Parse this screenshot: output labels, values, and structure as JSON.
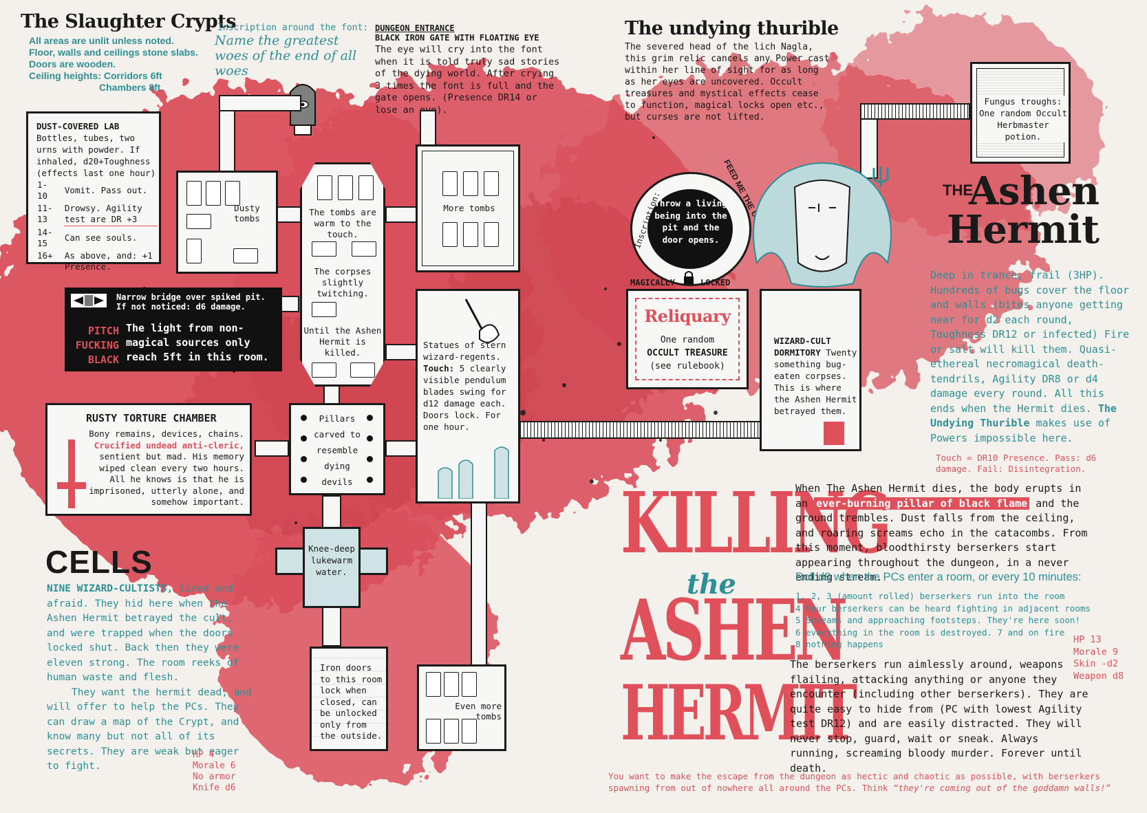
{
  "colors": {
    "red": "#e0505a",
    "teal": "#2e8f96",
    "ink": "#1a1a1a",
    "paper": "#f4f1ec",
    "splatter": "#d9505c"
  },
  "title": {
    "main": "The Slaughter Crypts",
    "lines": [
      "All areas are unlit unless noted.",
      "Floor, walls and ceilings stone slabs.",
      "Doors are wooden.",
      "Ceiling heights: Corridors 6ft",
      "Chambers 8ft"
    ]
  },
  "font_inscription": {
    "label": "Inscription around the font:",
    "text": "Name the greatest woes of the end of all woes"
  },
  "entrance": {
    "heading": "DUNGEON ENTRANCE",
    "subheading": "BLACK IRON GATE WITH FLOATING EYE",
    "text": "The eye will cry into the font when it is told truly sad stories of the dying world. After crying 3 times the font is full and the gate opens. (Presence DR14 or lose an eye)."
  },
  "lab": {
    "title": "DUST-COVERED LAB",
    "text": "Bottles, tubes, two urns with powder. If inhaled, d20+Toughness (effects last one hour)",
    "rows": [
      [
        "1-10",
        "Vomit. Pass out."
      ],
      [
        "11-13",
        "Drowsy. Agility test are DR +3"
      ],
      [
        "14-15",
        "Can see souls."
      ],
      [
        "16+",
        "As above, and: +1 Presence."
      ]
    ]
  },
  "dusty_tombs": "Dusty tombs",
  "warm_tombs": "The tombs are warm to the touch.",
  "more_tombs": "More tombs",
  "corpses": "The corpses slightly twitching.",
  "until_killed": "Until the Ashen Hermit is killed.",
  "bridge": {
    "text": "Narrow bridge over spiked pit. If not noticed: d6 damage.",
    "pitch": "PITCH FUCKING BLACK",
    "light": "The light from non-magical sources only reach 5ft in this room."
  },
  "statues": {
    "text": "Statues of stern wizard-regents.",
    "touch_label": "Touch:",
    "touch": "5 clearly visible pendulum blades swing for d12 damage each. Doors lock. For one hour."
  },
  "torture": {
    "title": "RUSTY TORTURE CHAMBER",
    "text1": "Bony remains, devices, chains.",
    "highlight": "Crucified undead anti-cleric,",
    "text2": "sentient but mad. His memory wiped clean every two hours. All he knows is that he is imprisoned, utterly alone, and somehow important."
  },
  "pillars": "Pillars carved to resemble dying devils",
  "water": "Knee-deep lukewarm water.",
  "iron_doors": "Iron doors to this room lock when closed, can be unlocked only from the outside.",
  "even_more": "Even more tombs",
  "cells": {
    "title": "CELLS",
    "lead": "NINE WIZARD-CULTISTS,",
    "text": "tired and afraid. They hid here when the Ashen Hermit betrayed the cult, and were trapped when the doors locked shut. Back then they were eleven strong. The room reeks of human waste and flesh.",
    "text2": "They want the hermit dead, and will offer to help the PCs. They can draw a map of the Crypt, and know many but not all of its secrets. They are weak but eager to fight.",
    "stats": [
      "HP 4",
      "Morale 6",
      "No armor",
      "Knife d6"
    ]
  },
  "thurible": {
    "title": "The undying thurible",
    "text": "The severed head of the lich Nagla, this grim relic cancels any Power cast within her line of sight for as long as her eyes are uncovered. Occult treasures and mystical effects cease to function, magical locks open etc., but curses are not lifted."
  },
  "fungus": "Fungus troughs: One random Occult Herbmaster potion.",
  "pit": {
    "inscription_label": "Inscription:",
    "ring": "FEED ME THE UNWILLING",
    "text": "Throw a living being into the pit and the door opens.",
    "magically": "MAGICALLY",
    "locked": "LOCKED"
  },
  "reliquary": {
    "title": "Reliquary",
    "line1": "One random",
    "line2": "OCCULT TREASURE",
    "line3": "(see rulebook)"
  },
  "dormitory": {
    "title": "WIZARD-CULT DORMITORY",
    "text": "Twenty something bug-eaten corpses. This is where the Ashen Hermit betrayed them."
  },
  "hermit": {
    "the": "THE",
    "name1": "Ashen",
    "name2": "Hermit",
    "text": "Deep in trance, frail (3HP). Hundreds of bugs cover the floor and walls (bites anyone getting near for d2 each round, Toughness DR12 or infected) Fire or salt will kill them. Quasi-ethereal necromagical death-tendrils, Agility DR8 or d4 damage every round. All this ends when the Hermit dies.",
    "bold": "The Undying Thurible",
    "text2": "makes use of Powers impossible here.",
    "touch": "Touch = DR10 Presence. Pass: d6 damage. Fail: Disintegration."
  },
  "killing": {
    "w1": "KILLING",
    "w2": "the",
    "w3": "ASHEN",
    "w4": "HERMIT",
    "p1a": "When The Ashen Hermit dies, the body erupts in an",
    "flame": "ever-burning pillar of black flame",
    "p1b": "and the ground trembles. Dust falls from the ceiling, and roaring screams echo in the catacombs. From this moment, bloodthirsty berserkers start appearing throughout the dungeon, in a never ending stream.",
    "roll": "Roll d8 when the PCs enter a room, or every 10 minutes:",
    "table": [
      "1, 2, 3 (amount rolled) berserkers run into the room",
      "4 Four berserkers can be heard fighting in adjacent rooms",
      "5 Screams and approaching footsteps. They're here soon!",
      "6 everything in the room is destroyed. 7 and on fire",
      "8 nothing happens"
    ],
    "stats": [
      "HP 13",
      "Morale 9",
      "Skin -d2",
      "Weapon d8"
    ],
    "p2": "The berserkers run aimlessly around, weapons flailing, attacking anything or anyone they encounter (including other berserkers). They are quite easy to hide from (PC with lowest Agility test DR12) and are easily distracted. They will never stop, guard, wait or sneak. Always running, screaming bloody murder. Forever until death.",
    "footer": "You want to make the escape from the dungeon as hectic and chaotic as possible, with berserkers spawning from out of nowhere all around the PCs. Think",
    "footer_quote": "“they're coming out of the goddamn walls!”"
  }
}
